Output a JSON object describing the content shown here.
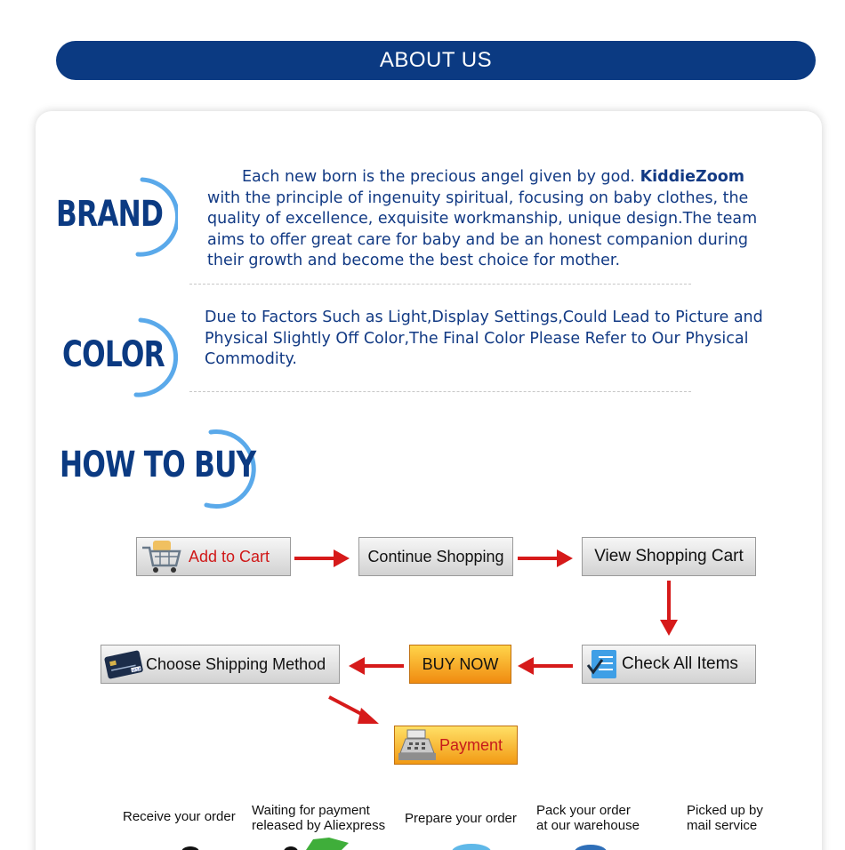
{
  "header": {
    "title": "ABOUT US"
  },
  "colors": {
    "navy": "#0b3a82",
    "ring": "#5aa9ea",
    "text": "#123a84",
    "arrow": "#d61a1a"
  },
  "brand": {
    "logo": "BRAND",
    "lead": "Each new born is the precious angel given by god. ",
    "brand_name": "KiddieZoom",
    "line2": "with the principle of ingenuity spiritual, focusing on baby clothes, the",
    "line3": "quality of excellence, exquisite workmanship, unique design.The team",
    "line4": "aims to offer great care for baby and be an honest companion during",
    "line5": "their growth and become the best choice for mother."
  },
  "color": {
    "logo": "COLOR",
    "line1": "Due to Factors Such as Light,Display Settings,Could Lead to Picture and",
    "line2": "Physical Slightly Off Color,The Final Color Please Refer to Our Physical",
    "line3": "Commodity."
  },
  "how_to_buy": {
    "logo": "HOW TO BUY",
    "steps": {
      "add_to_cart": "Add to Cart",
      "continue_shopping": "Continue Shopping",
      "view_shopping_cart": "View Shopping Cart",
      "check_all_items": "Check All Items",
      "buy_now": "BUY NOW",
      "choose_shipping_method": "Choose Shipping Method",
      "payment": "Payment"
    },
    "visa_label": "VISA"
  },
  "order_process": [
    {
      "line1": "Receive your order",
      "line2": ""
    },
    {
      "line1": "Waiting for payment",
      "line2": "released by Aliexpress"
    },
    {
      "line1": "Prepare your order",
      "line2": ""
    },
    {
      "line1": "Pack your order",
      "line2": "at our warehouse"
    },
    {
      "line1": "Picked up by",
      "line2": "mail service"
    }
  ]
}
